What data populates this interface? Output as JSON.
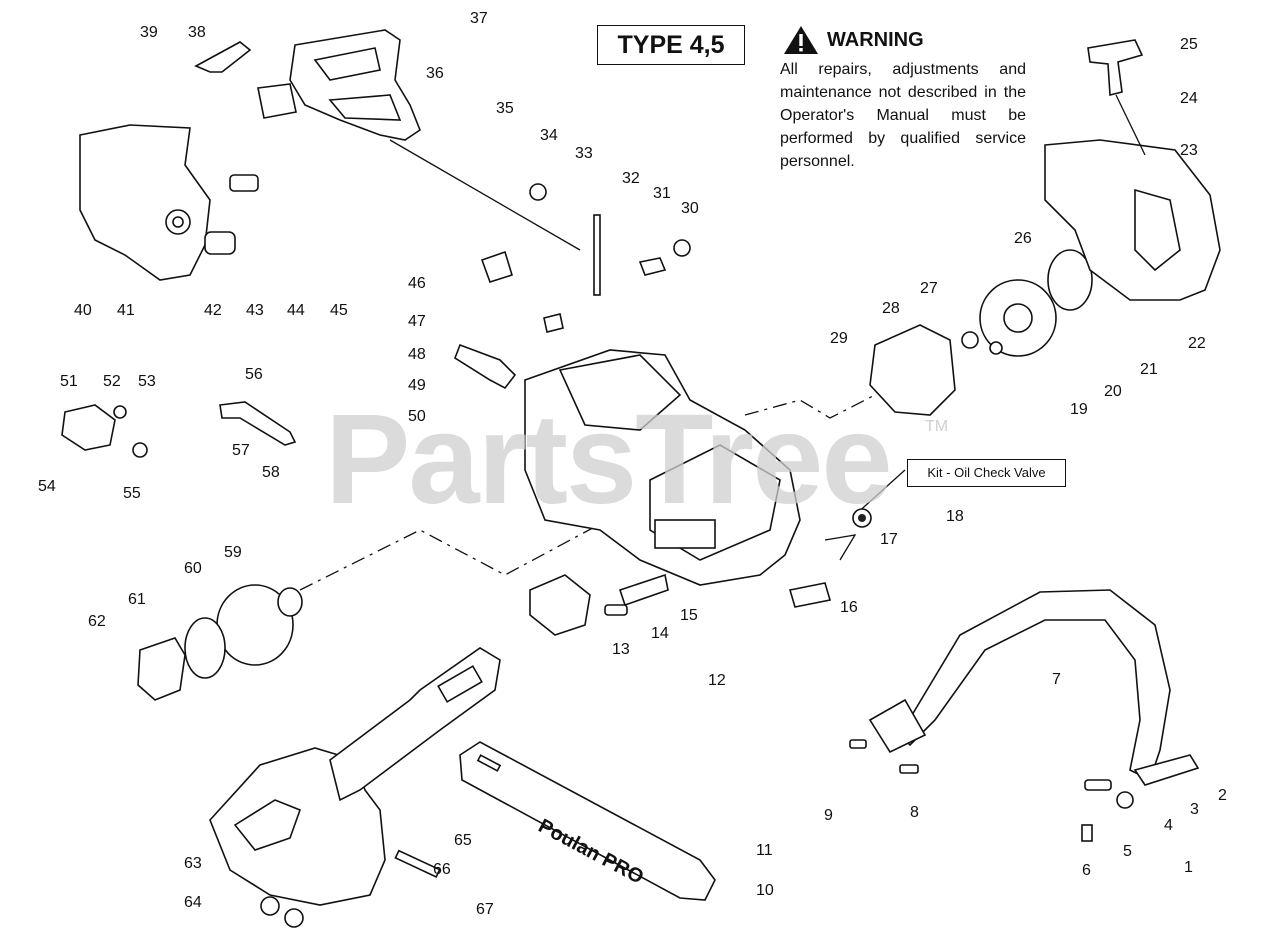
{
  "type_label": "TYPE 4,5",
  "warning": {
    "title": "WARNING",
    "body": "All repairs, adjustments and maintenance not described in the Operator's Manual must be performed by qualified service personnel."
  },
  "callout": "Kit - Oil Check Valve",
  "watermark": "PartsTree",
  "trademark": "TM",
  "bar_brand": "Poulan PRO",
  "icons": [
    "warning-triangle-icon"
  ],
  "part_numbers": [
    "1",
    "2",
    "3",
    "4",
    "5",
    "6",
    "6",
    "7",
    "8",
    "9",
    "10",
    "11",
    "12",
    "13",
    "14",
    "15",
    "16",
    "17",
    "18",
    "19",
    "20",
    "21",
    "22",
    "23",
    "24",
    "25",
    "26",
    "27",
    "28",
    "29",
    "30",
    "31",
    "32",
    "33",
    "34",
    "35",
    "36",
    "37",
    "38",
    "39",
    "40",
    "41",
    "42",
    "43",
    "44",
    "45",
    "46",
    "47",
    "48",
    "49",
    "50",
    "51",
    "52",
    "53",
    "54",
    "55",
    "56",
    "57",
    "58",
    "59",
    "60",
    "61",
    "62",
    "63",
    "64",
    "65",
    "66",
    "67"
  ]
}
